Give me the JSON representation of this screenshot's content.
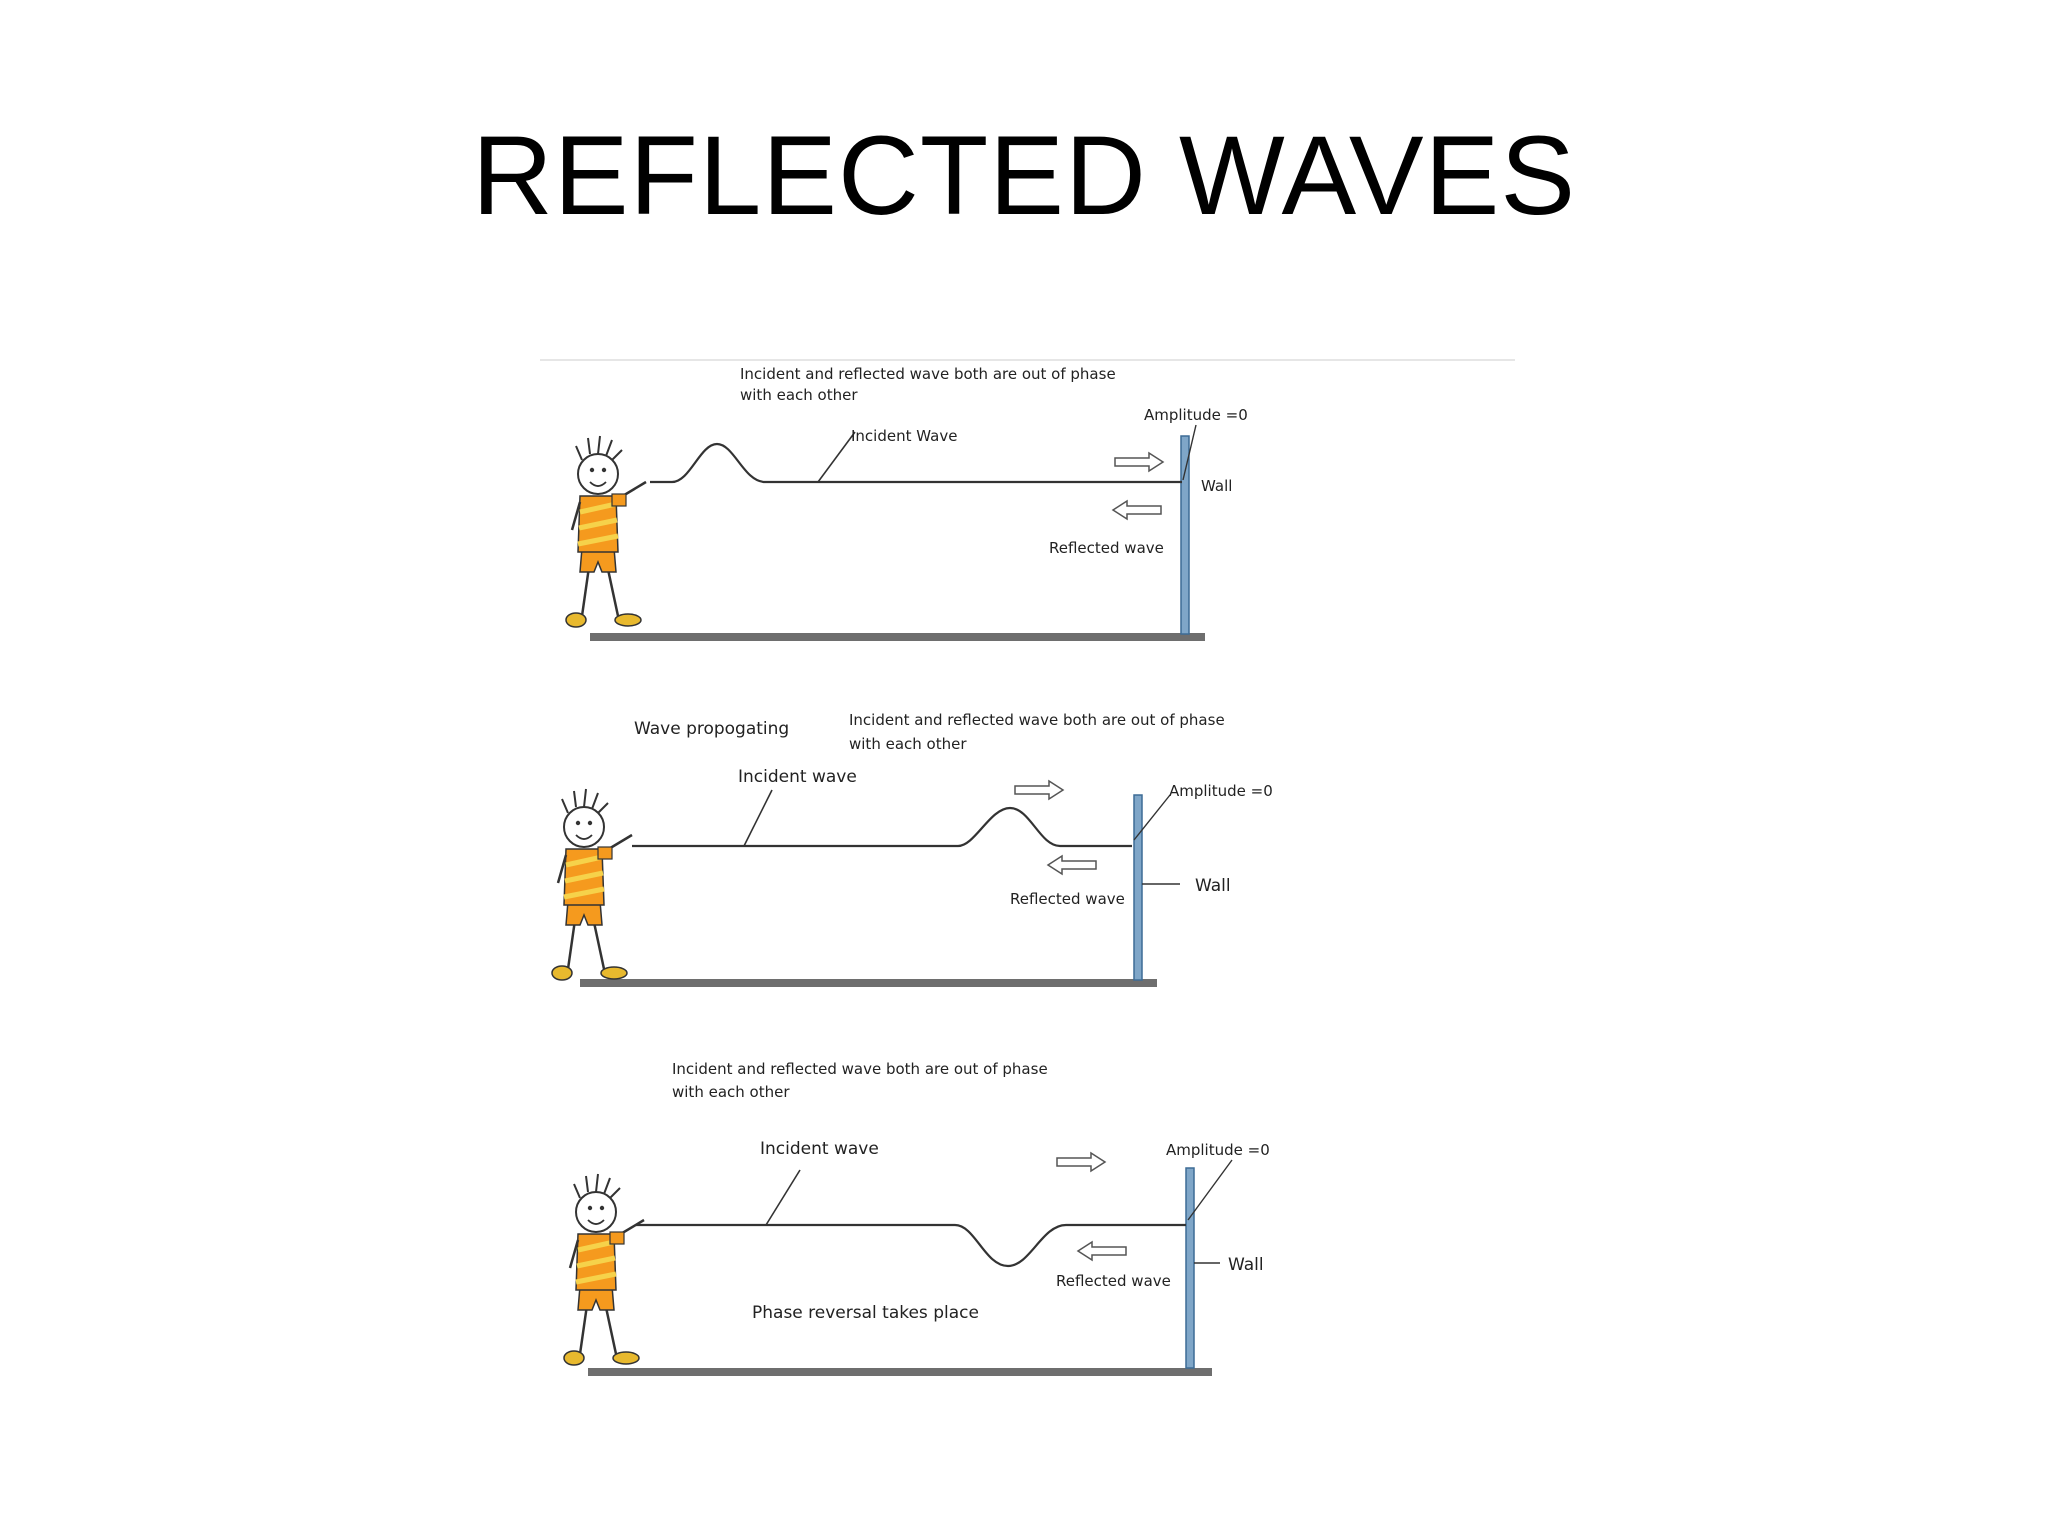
{
  "slide": {
    "title": "REFLECTED WAVES"
  },
  "panel_top": {
    "note_line1": "Incident and reflected wave both are out of phase",
    "note_line2": "with each other",
    "incident_label": "Incident Wave",
    "amplitude_label": "Amplitude =0",
    "wall_label": "Wall",
    "reflected_label": "Reflected wave"
  },
  "panel_middle": {
    "propagating_label": "Wave propogating",
    "note_line1": "Incident and reflected wave both are out of phase",
    "note_line2": "with each other",
    "incident_label": "Incident wave",
    "amplitude_label": "Amplitude =0",
    "wall_label": "Wall",
    "reflected_label": "Reflected wave"
  },
  "panel_bottom": {
    "note_line1": "Incident and reflected wave both are out of phase",
    "note_line2": "with each other",
    "incident_label": "Incident wave",
    "amplitude_label": "Amplitude =0",
    "wall_label": "Wall",
    "reflected_label": "Reflected wave",
    "phase_label": "Phase reversal takes place"
  },
  "colors": {
    "wall": "#7fa6c8",
    "wall_edge": "#3d6c96",
    "ground": "#6e6e6e",
    "shirt": "#f59a1e",
    "shirt_stripe": "#f6d24a",
    "shoe": "#e8b92e"
  }
}
